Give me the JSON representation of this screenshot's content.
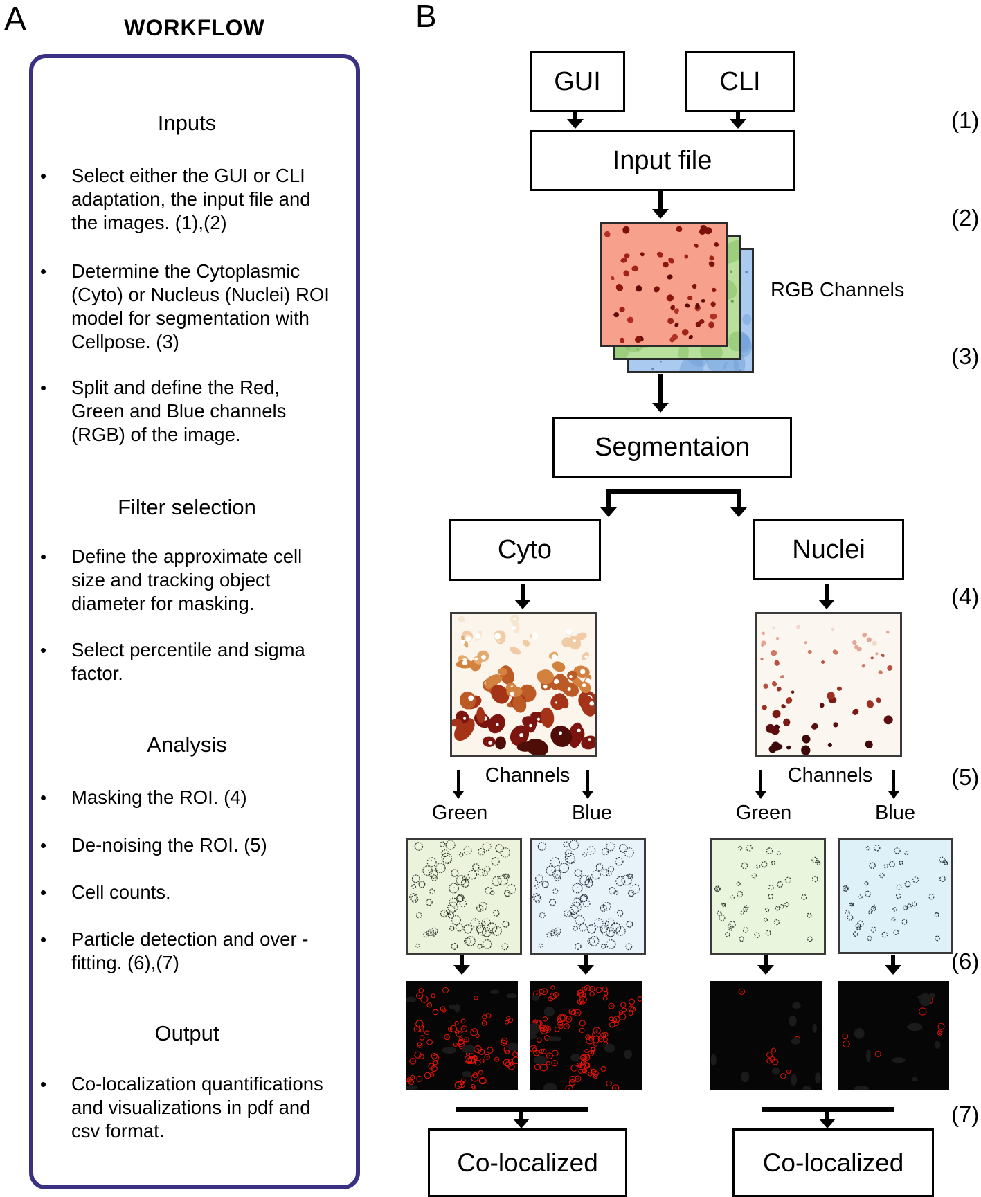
{
  "panel_a": {
    "label": "A",
    "title": "WORKFLOW",
    "border_color": "#3a3182",
    "sections": [
      {
        "heading": "Inputs",
        "items": [
          "Select either the GUI or CLI adaptation, the  input file and the images. (1),(2)",
          "Determine the Cytoplasmic (Cyto) or Nucleus (Nuclei) ROI model for segmentation with Cellpose. (3)",
          "Split and define the Red, Green and Blue channels (RGB) of the image."
        ]
      },
      {
        "heading": "Filter selection",
        "items": [
          "Define the approximate cell size and tracking object diameter for masking.",
          "Select percentile and sigma factor."
        ]
      },
      {
        "heading": "Analysis",
        "items": [
          "Masking the ROI. (4)",
          "De-noising the ROI. (5)",
          "Cell counts.",
          "Particle detection and over - fitting. (6),(7)"
        ]
      },
      {
        "heading": "Output",
        "items": [
          "Co-localization quantifications and  visualizations in pdf and csv format."
        ]
      }
    ]
  },
  "panel_b": {
    "label": "B",
    "boxes": {
      "gui": "GUI",
      "cli": "CLI",
      "input": "Input file",
      "segmentation": "Segmentaion",
      "cyto": "Cyto",
      "nuclei": "Nuclei",
      "colocalized_left": "Co-localized",
      "colocalized_right": "Co-localized"
    },
    "labels": {
      "rgb_channels": "RGB Channels",
      "channels_left": "Channels",
      "channels_right": "Channels",
      "green_left": "Green",
      "blue_left": "Blue",
      "green_right": "Green",
      "blue_right": "Blue"
    },
    "steps": [
      "(1)",
      "(2)",
      "(3)",
      "(4)",
      "(5)",
      "(6)",
      "(7)"
    ]
  },
  "figures": {
    "stack_red": {
      "type": "dots",
      "bg": "#f7a18c",
      "colors": [
        "#7e100c",
        "#5f0b09",
        "#a12317",
        "#8c150e",
        "#b03024"
      ],
      "count": 52,
      "rmin": 1.6,
      "rmax": 3.0,
      "seed": 7
    },
    "stack_green": {
      "type": "cellblobs",
      "bg": "#b9df9d",
      "blob": "#7fbe60",
      "ink": "#3f7a2a",
      "count": 26,
      "seed": 9
    },
    "stack_blue": {
      "type": "cellblobs",
      "bg": "#abcaf0",
      "blob": "#6f9fd8",
      "ink": "#2f5a96",
      "count": 26,
      "seed": 13
    },
    "cyto_mask": {
      "type": "blobs",
      "bg": "#fbf5ec",
      "colors": [
        "#f7e6d0",
        "#f0cba6",
        "#e4a96c",
        "#d2813e",
        "#bc5a26",
        "#a43317",
        "#7c1410",
        "#4f0d07"
      ],
      "count": 78,
      "seed": 11
    },
    "nuclei_mask": {
      "type": "dots",
      "bg": "#fbf7f0",
      "grade": true,
      "grow": true,
      "colors": [
        "#f2d8d0",
        "#e2a797",
        "#cd7963",
        "#b65140",
        "#9a3124",
        "#7a1a13",
        "#5a0f0e",
        "#3d0a0b"
      ],
      "count": 58,
      "rmin": 1.0,
      "rmax": 2.6,
      "seed": 23
    },
    "cyto_green": {
      "type": "rings",
      "bg": "#ebf3dc",
      "ink": "#222a1f",
      "count": 82,
      "rmin": 1.6,
      "rmax": 4.4,
      "seed": 31
    },
    "cyto_blue": {
      "type": "rings",
      "bg": "#e7f2f9",
      "ink": "#202833",
      "count": 82,
      "rmin": 1.6,
      "rmax": 4.4,
      "seed": 31
    },
    "nuclei_green": {
      "type": "rings",
      "bg": "#eaf5de",
      "ink": "#1c2a20",
      "count": 46,
      "rmin": 1.3,
      "rmax": 2.6,
      "seed": 41
    },
    "nuclei_blue": {
      "type": "rings",
      "bg": "#def0f8",
      "ink": "#13202c",
      "count": 46,
      "rmin": 1.3,
      "rmax": 2.6,
      "seed": 41
    },
    "particles_dense_green": {
      "type": "particles",
      "bg": "#060606",
      "ring": "#ea1509",
      "count": 150,
      "seed": 51
    },
    "particles_dense_blue": {
      "type": "particles",
      "bg": "#060606",
      "ring": "#ea1509",
      "count": 150,
      "seed": 57
    },
    "particles_sparse_green": {
      "type": "particles",
      "bg": "#060606",
      "ring": "#d81408",
      "count": 17,
      "seed": 61
    },
    "particles_sparse_blue": {
      "type": "particles",
      "bg": "#060606",
      "ring": "#d81408",
      "count": 15,
      "seed": 67
    }
  }
}
